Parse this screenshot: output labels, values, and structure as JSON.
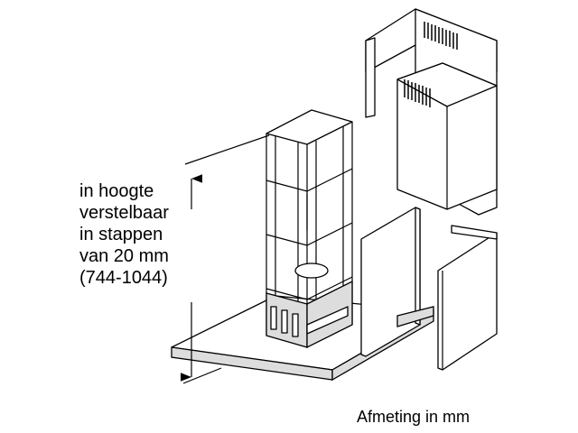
{
  "annotation": {
    "lines": [
      "in hoogte",
      "verstelbaar",
      "in stappen",
      "van 20 mm",
      "(744-1044)"
    ]
  },
  "caption": "Afmeting in mm"
}
